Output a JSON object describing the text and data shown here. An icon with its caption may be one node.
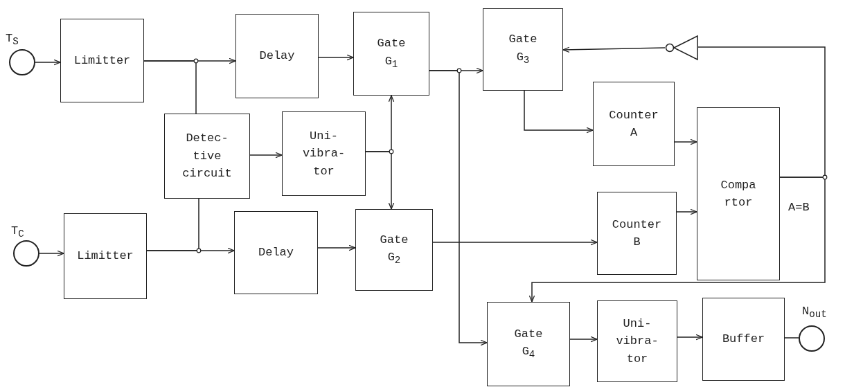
{
  "diagram": {
    "nodes": [
      {
        "text": [],
        "shape": "circle",
        "beside": [
          "T$_{S}$"
        ]
      },
      {
        "text": [
          "Limitter"
        ]
      },
      {
        "text": [
          "Delay"
        ]
      },
      {
        "text": [
          "Gate G$_{1}$"
        ]
      },
      {
        "text": [
          "Gate G$_{3}$"
        ]
      },
      {
        "text": [
          "Detec- tive circuit"
        ]
      },
      {
        "text": [
          "Uni- vibra- tor"
        ]
      },
      {
        "text": [],
        "shape": "triangle"
      },
      {
        "text": [
          "Counter A"
        ]
      },
      {
        "text": [
          "Compa rtor"
        ]
      },
      {
        "text": [],
        "shape": "circle",
        "beside": [
          "T$_{C}$"
        ]
      },
      {
        "text": [
          "Limitter"
        ]
      },
      {
        "text": [
          "Delay"
        ]
      },
      {
        "text": [
          "Gate G$_{2}$"
        ]
      },
      {
        "text": [
          "Counter B"
        ]
      },
      {
        "text": [
          "Gate G$_{4}$"
        ]
      },
      {
        "text": [
          "Uni- vibra- tor"
        ]
      },
      {
        "text": [
          "Buffer"
        ]
      },
      {
        "text": [],
        "shape": "circle",
        "beside": [
          "N$_{out}$"
        ]
      }
    ],
    "edges": [
      {
        "from": 0,
        "to": 1,
        "arrow": "to"
      },
      {
        "from": 1,
        "to": 2,
        "arrow": "to"
      },
      {
        "from": 1,
        "to": 5,
        "arrow": "none"
      },
      {
        "from": 2,
        "to": 3,
        "arrow": "to"
      },
      {
        "from": 3,
        "to": 4,
        "arrow": "to"
      },
      {
        "from": 3,
        "to": 15,
        "arrow": "to"
      },
      {
        "from": 5,
        "to": 6,
        "arrow": "to"
      },
      {
        "from": 6,
        "to": 3,
        "arrow": "to"
      },
      {
        "from": 6,
        "to": 13,
        "arrow": "to"
      },
      {
        "from": 10,
        "to": 11,
        "arrow": "to"
      },
      {
        "from": 11,
        "to": 12,
        "arrow": "to"
      },
      {
        "from": 11,
        "to": 5,
        "arrow": "none"
      },
      {
        "from": 12,
        "to": 13,
        "arrow": "to"
      },
      {
        "from": 13,
        "to": 14,
        "arrow": "to"
      },
      {
        "from": 4,
        "to": 8,
        "arrow": "to"
      },
      {
        "from": 8,
        "to": 9,
        "arrow": "to"
      },
      {
        "from": 14,
        "to": 9,
        "arrow": "to"
      },
      {
        "from": 9,
        "to": 7,
        "arrow": "none"
      },
      {
        "from": 7,
        "to": 4,
        "arrow": "to"
      },
      {
        "from": 9,
        "to": 15,
        "arrow": "to"
      },
      {
        "from": 15,
        "to": 16,
        "arrow": "to"
      },
      {
        "from": 16,
        "to": 17,
        "arrow": "to"
      },
      {
        "from": 17,
        "to": 18,
        "arrow": "none"
      }
    ],
    "labels": [
      "A=B"
    ]
  }
}
